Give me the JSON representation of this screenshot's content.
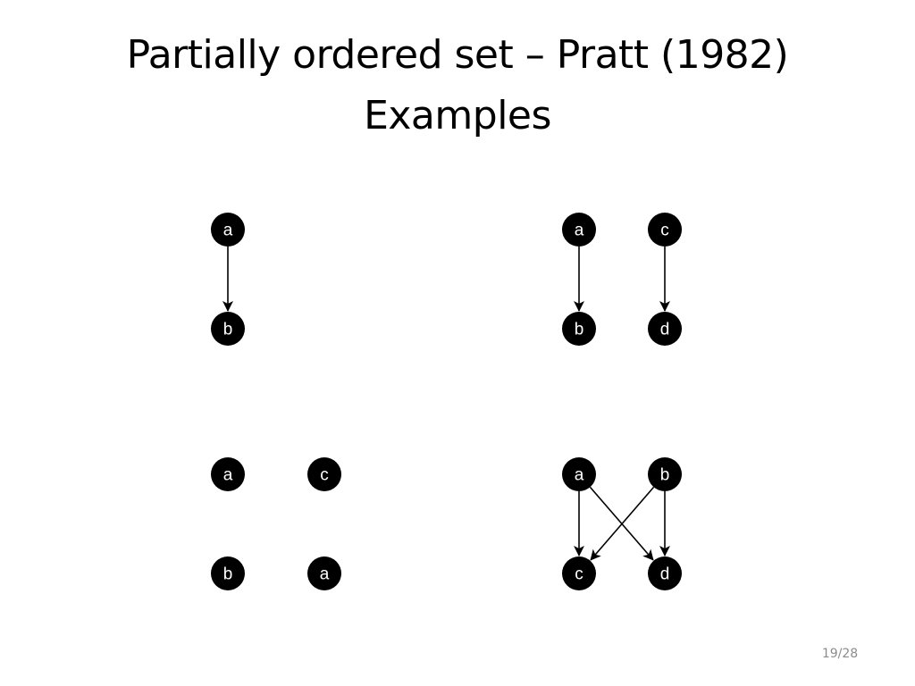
{
  "slide": {
    "title_line1": "Partially ordered set – Pratt (1982)",
    "title_line2": "Examples",
    "page_number": "19/28"
  },
  "diagrams": [
    {
      "id": "example-1",
      "nodes": [
        {
          "id": "n1",
          "label": "a"
        },
        {
          "id": "n2",
          "label": "b"
        }
      ],
      "edges": [
        {
          "from": "n1",
          "to": "n2"
        }
      ]
    },
    {
      "id": "example-2",
      "nodes": [
        {
          "id": "n1",
          "label": "a"
        },
        {
          "id": "n2",
          "label": "b"
        },
        {
          "id": "n3",
          "label": "c"
        },
        {
          "id": "n4",
          "label": "d"
        }
      ],
      "edges": [
        {
          "from": "n1",
          "to": "n2"
        },
        {
          "from": "n3",
          "to": "n4"
        }
      ]
    },
    {
      "id": "example-3",
      "nodes": [
        {
          "id": "n1",
          "label": "a"
        },
        {
          "id": "n2",
          "label": "b"
        },
        {
          "id": "n3",
          "label": "c"
        },
        {
          "id": "n4",
          "label": "a"
        }
      ],
      "edges": []
    },
    {
      "id": "example-4",
      "nodes": [
        {
          "id": "n1",
          "label": "a"
        },
        {
          "id": "n2",
          "label": "b"
        },
        {
          "id": "n3",
          "label": "c"
        },
        {
          "id": "n4",
          "label": "d"
        }
      ],
      "edges": [
        {
          "from": "n1",
          "to": "n3"
        },
        {
          "from": "n1",
          "to": "n4"
        },
        {
          "from": "n2",
          "to": "n3"
        },
        {
          "from": "n2",
          "to": "n4"
        }
      ]
    }
  ],
  "colors": {
    "node_fill": "#000000",
    "node_text": "#ffffff",
    "edge": "#000000",
    "page_number": "#8c8c8c"
  }
}
